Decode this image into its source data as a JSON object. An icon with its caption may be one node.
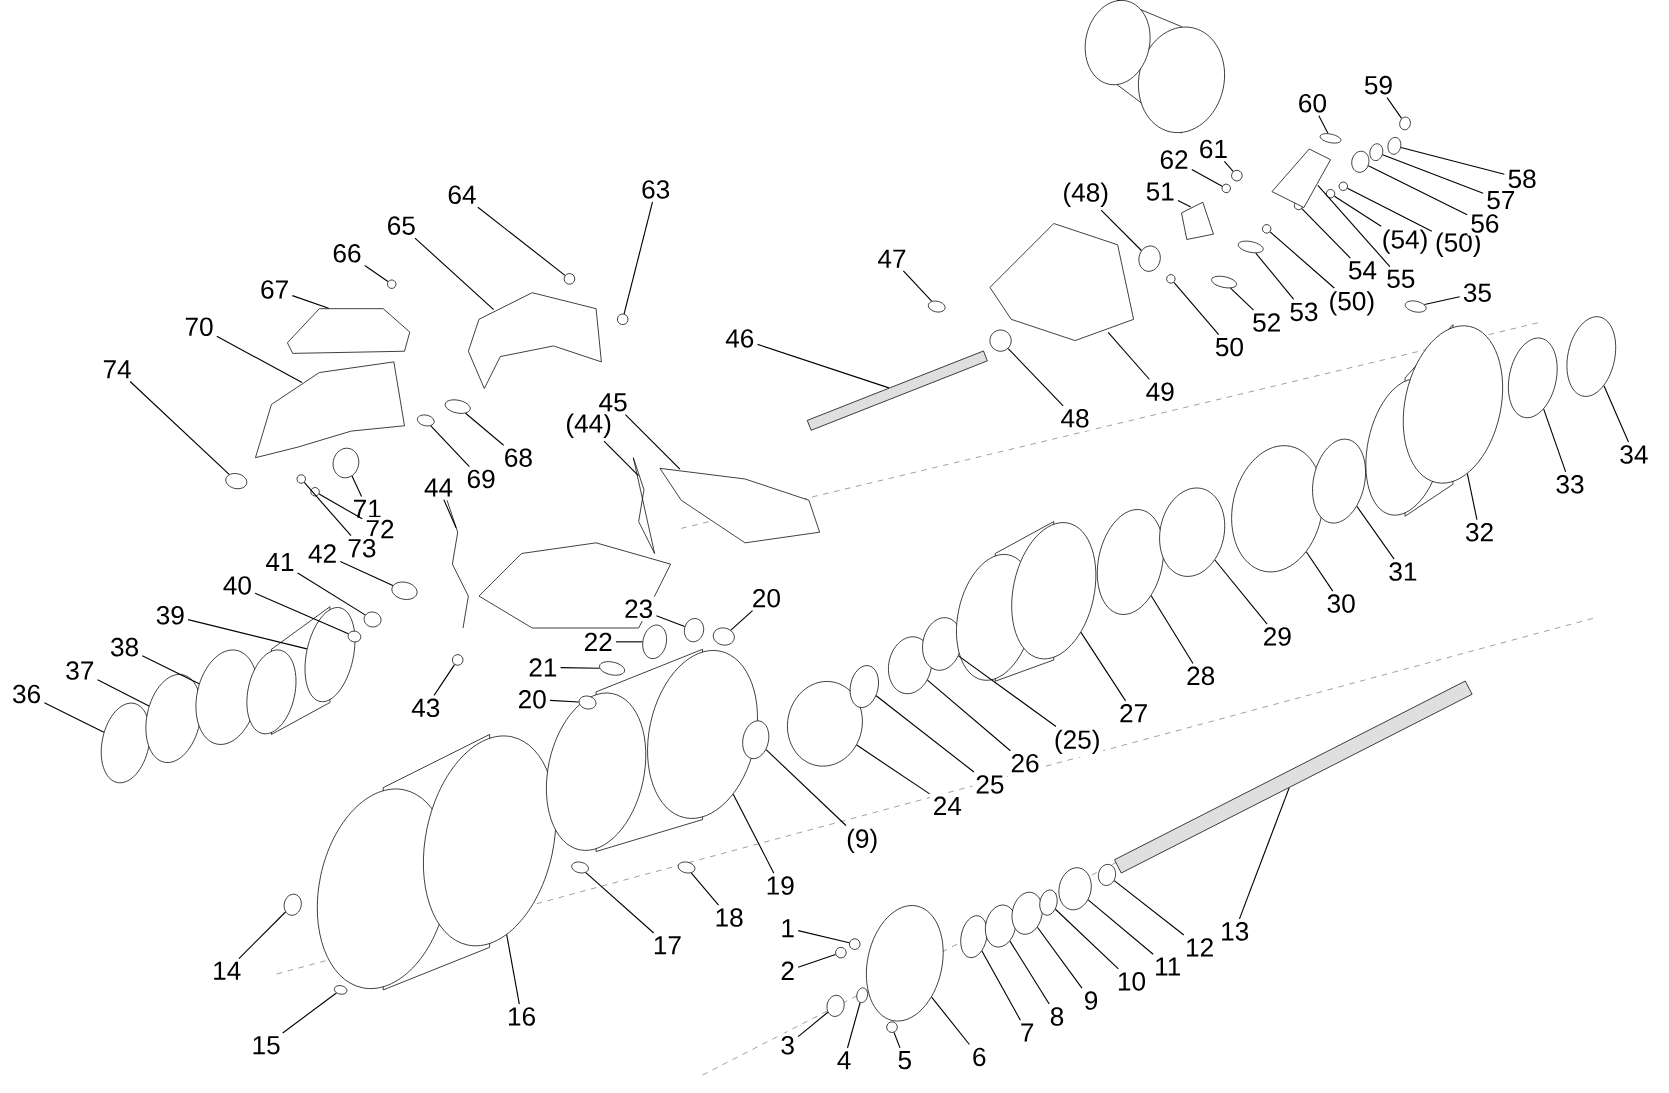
{
  "diagram": {
    "nodes": [
      {
        "text": [
          "1"
        ]
      },
      {
        "text": [
          "2"
        ]
      },
      {
        "text": [
          "3"
        ]
      },
      {
        "text": [
          "4"
        ]
      },
      {
        "text": [
          "5"
        ]
      },
      {
        "text": [
          "6"
        ]
      },
      {
        "text": [
          "7"
        ]
      },
      {
        "text": [
          "8"
        ]
      },
      {
        "text": [
          "9"
        ]
      },
      {
        "text": [
          "10"
        ]
      },
      {
        "text": [
          "11"
        ]
      },
      {
        "text": [
          "12"
        ]
      },
      {
        "text": [
          "13"
        ]
      },
      {
        "text": [
          "14"
        ]
      },
      {
        "text": [
          "15"
        ]
      },
      {
        "text": [
          "16"
        ]
      },
      {
        "text": [
          "17"
        ]
      },
      {
        "text": [
          "18"
        ]
      },
      {
        "text": [
          "19"
        ]
      },
      {
        "text": [
          "20"
        ]
      },
      {
        "text": [
          "20"
        ]
      },
      {
        "text": [
          "21"
        ]
      },
      {
        "text": [
          "22"
        ]
      },
      {
        "text": [
          "23"
        ]
      },
      {
        "text": [
          "24"
        ]
      },
      {
        "text": [
          "25"
        ]
      },
      {
        "text": [
          "26"
        ]
      },
      {
        "text": [
          "(25)"
        ]
      },
      {
        "text": [
          "27"
        ]
      },
      {
        "text": [
          "28"
        ]
      },
      {
        "text": [
          "29"
        ]
      },
      {
        "text": [
          "30"
        ]
      },
      {
        "text": [
          "31"
        ]
      },
      {
        "text": [
          "32"
        ]
      },
      {
        "text": [
          "33"
        ]
      },
      {
        "text": [
          "34"
        ]
      },
      {
        "text": [
          "35"
        ]
      },
      {
        "text": [
          "36"
        ]
      },
      {
        "text": [
          "37"
        ]
      },
      {
        "text": [
          "38"
        ]
      },
      {
        "text": [
          "39"
        ]
      },
      {
        "text": [
          "40"
        ]
      },
      {
        "text": [
          "41"
        ]
      },
      {
        "text": [
          "42"
        ]
      },
      {
        "text": [
          "43"
        ]
      },
      {
        "text": [
          "44"
        ]
      },
      {
        "text": [
          "(44)"
        ]
      },
      {
        "text": [
          "45"
        ]
      },
      {
        "text": [
          "46"
        ]
      },
      {
        "text": [
          "47"
        ]
      },
      {
        "text": [
          "48"
        ]
      },
      {
        "text": [
          "(48)"
        ]
      },
      {
        "text": [
          "49"
        ]
      },
      {
        "text": [
          "50"
        ]
      },
      {
        "text": [
          "51"
        ]
      },
      {
        "text": [
          "52"
        ]
      },
      {
        "text": [
          "53"
        ]
      },
      {
        "text": [
          "(50)"
        ]
      },
      {
        "text": [
          "54"
        ]
      },
      {
        "text": [
          "55"
        ]
      },
      {
        "text": [
          "(54)"
        ]
      },
      {
        "text": [
          "(50)"
        ]
      },
      {
        "text": [
          "56"
        ]
      },
      {
        "text": [
          "57"
        ]
      },
      {
        "text": [
          "58"
        ]
      },
      {
        "text": [
          "59"
        ]
      },
      {
        "text": [
          "60"
        ]
      },
      {
        "text": [
          "61"
        ]
      },
      {
        "text": [
          "62"
        ]
      },
      {
        "text": [
          "63"
        ]
      },
      {
        "text": [
          "64"
        ]
      },
      {
        "text": [
          "65"
        ]
      },
      {
        "text": [
          "66"
        ]
      },
      {
        "text": [
          "67"
        ]
      },
      {
        "text": [
          "70"
        ]
      },
      {
        "text": [
          "68"
        ]
      },
      {
        "text": [
          "69"
        ]
      },
      {
        "text": [
          "71"
        ]
      },
      {
        "text": [
          "72"
        ]
      },
      {
        "text": [
          "73"
        ]
      },
      {
        "text": [
          "74"
        ]
      },
      {
        "text": [
          "(9)"
        ]
      },
      {
        "text": [],
        "shape": "circle"
      },
      {
        "text": [],
        "shape": "circle"
      },
      {
        "text": [],
        "shape": "circle"
      },
      {
        "text": [],
        "shape": "circle"
      },
      {
        "text": [],
        "shape": "circle"
      },
      {
        "text": [],
        "shape": "circle"
      },
      {
        "text": [],
        "shape": "circle"
      },
      {
        "text": [],
        "shape": "circle"
      },
      {
        "text": [],
        "shape": "circle"
      },
      {
        "text": [],
        "shape": "circle"
      },
      {
        "text": [],
        "shape": "circle"
      },
      {
        "text": [],
        "shape": "circle"
      },
      {
        "text": [],
        "shape": "bar"
      },
      {
        "text": [],
        "shape": "circle"
      },
      {
        "text": [],
        "shape": "circle"
      },
      {
        "text": [],
        "shape": "cylinder"
      },
      {
        "text": [],
        "shape": "circle"
      },
      {
        "text": [],
        "shape": "circle"
      },
      {
        "text": [],
        "shape": "cylinder"
      },
      {
        "text": [],
        "shape": "circle"
      },
      {
        "text": [],
        "shape": "circle"
      },
      {
        "text": [],
        "shape": "circle"
      },
      {
        "text": [],
        "shape": "circle"
      },
      {
        "text": [],
        "shape": "circle"
      },
      {
        "text": [],
        "shape": "circle"
      },
      {
        "text": [],
        "shape": "circle"
      },
      {
        "text": [],
        "shape": "circle"
      },
      {
        "text": [],
        "shape": "circle"
      },
      {
        "text": [],
        "shape": "cylinder"
      },
      {
        "text": [],
        "shape": "circle"
      },
      {
        "text": [],
        "shape": "circle"
      },
      {
        "text": [],
        "shape": "circle"
      },
      {
        "text": [],
        "shape": "circle"
      },
      {
        "text": [],
        "shape": "cylinder"
      },
      {
        "text": [],
        "shape": "circle"
      },
      {
        "text": [],
        "shape": "circle"
      },
      {
        "text": [],
        "shape": "circle"
      },
      {
        "text": [],
        "shape": "circle"
      },
      {
        "text": [],
        "shape": "circle"
      },
      {
        "text": [],
        "shape": "circle"
      },
      {
        "text": [],
        "shape": "cylinder"
      },
      {
        "text": [],
        "shape": "circle"
      },
      {
        "text": [],
        "shape": "circle"
      },
      {
        "text": [],
        "shape": "circle"
      },
      {
        "text": [],
        "shape": "circle"
      },
      {
        "text": [],
        "shape": "picture"
      },
      {
        "text": [],
        "shape": "picture"
      },
      {
        "text": [],
        "shape": "picture"
      },
      {
        "text": [],
        "shape": "bar"
      },
      {
        "text": [],
        "shape": "circle"
      },
      {
        "text": [],
        "shape": "circle"
      },
      {
        "text": [],
        "shape": "circle"
      },
      {
        "text": [],
        "shape": "picture"
      },
      {
        "text": [],
        "shape": "circle"
      },
      {
        "text": [],
        "shape": "picture"
      },
      {
        "text": [],
        "shape": "circle"
      },
      {
        "text": [],
        "shape": "circle"
      },
      {
        "text": [],
        "shape": "circle"
      },
      {
        "text": [],
        "shape": "circle"
      },
      {
        "text": [],
        "shape": "picture"
      },
      {
        "text": [],
        "shape": "circle"
      },
      {
        "text": [],
        "shape": "circle"
      },
      {
        "text": [],
        "shape": "circle"
      },
      {
        "text": [],
        "shape": "circle"
      },
      {
        "text": [],
        "shape": "circle"
      },
      {
        "text": [],
        "shape": "circle"
      },
      {
        "text": [],
        "shape": "circle"
      },
      {
        "text": [],
        "shape": "circle"
      },
      {
        "text": [],
        "shape": "circle"
      },
      {
        "text": [],
        "shape": "circle"
      },
      {
        "text": [],
        "shape": "circle"
      },
      {
        "text": [],
        "shape": "picture"
      },
      {
        "text": [],
        "shape": "circle"
      },
      {
        "text": [],
        "shape": "picture"
      },
      {
        "text": [],
        "shape": "picture"
      },
      {
        "text": [],
        "shape": "circle"
      },
      {
        "text": [],
        "shape": "circle"
      },
      {
        "text": [],
        "shape": "circle"
      },
      {
        "text": [],
        "shape": "circle"
      },
      {
        "text": [],
        "shape": "circle"
      },
      {
        "text": [],
        "shape": "circle"
      },
      {
        "text": [],
        "shape": "circle"
      }
    ],
    "edges": [
      {
        "from": 0,
        "to": 82,
        "arrow": "none"
      },
      {
        "from": 1,
        "to": 83,
        "arrow": "none"
      },
      {
        "from": 2,
        "to": 84,
        "arrow": "none"
      },
      {
        "from": 3,
        "to": 85,
        "arrow": "none"
      },
      {
        "from": 4,
        "to": 86,
        "arrow": "none"
      },
      {
        "from": 5,
        "to": 87,
        "arrow": "none"
      },
      {
        "from": 6,
        "to": 88,
        "arrow": "none"
      },
      {
        "from": 7,
        "to": 89,
        "arrow": "none"
      },
      {
        "from": 8,
        "to": 90,
        "arrow": "none"
      },
      {
        "from": 9,
        "to": 91,
        "arrow": "none"
      },
      {
        "from": 10,
        "to": 92,
        "arrow": "none"
      },
      {
        "from": 11,
        "to": 93,
        "arrow": "none"
      },
      {
        "from": 12,
        "to": 94,
        "arrow": "none"
      },
      {
        "from": 13,
        "to": 95,
        "arrow": "none"
      },
      {
        "from": 14,
        "to": 96,
        "arrow": "none"
      },
      {
        "from": 15,
        "to": 97,
        "arrow": "none"
      },
      {
        "from": 16,
        "to": 98,
        "arrow": "none"
      },
      {
        "from": 17,
        "to": 99,
        "arrow": "none"
      },
      {
        "from": 18,
        "to": 100,
        "arrow": "none"
      },
      {
        "from": 19,
        "to": 101,
        "arrow": "none"
      },
      {
        "from": 20,
        "to": 102,
        "arrow": "none"
      },
      {
        "from": 21,
        "to": 103,
        "arrow": "none"
      },
      {
        "from": 22,
        "to": 104,
        "arrow": "none"
      },
      {
        "from": 23,
        "to": 105,
        "arrow": "none"
      },
      {
        "from": 24,
        "to": 106,
        "arrow": "none"
      },
      {
        "from": 25,
        "to": 107,
        "arrow": "none"
      },
      {
        "from": 26,
        "to": 108,
        "arrow": "none"
      },
      {
        "from": 27,
        "to": 109,
        "arrow": "none"
      },
      {
        "from": 28,
        "to": 110,
        "arrow": "none"
      },
      {
        "from": 29,
        "to": 111,
        "arrow": "none"
      },
      {
        "from": 30,
        "to": 112,
        "arrow": "none"
      },
      {
        "from": 31,
        "to": 113,
        "arrow": "none"
      },
      {
        "from": 32,
        "to": 114,
        "arrow": "none"
      },
      {
        "from": 33,
        "to": 115,
        "arrow": "none"
      },
      {
        "from": 34,
        "to": 116,
        "arrow": "none"
      },
      {
        "from": 35,
        "to": 117,
        "arrow": "none"
      },
      {
        "from": 36,
        "to": 118,
        "arrow": "none"
      },
      {
        "from": 37,
        "to": 119,
        "arrow": "none"
      },
      {
        "from": 38,
        "to": 120,
        "arrow": "none"
      },
      {
        "from": 39,
        "to": 121,
        "arrow": "none"
      },
      {
        "from": 40,
        "to": 122,
        "arrow": "none"
      },
      {
        "from": 41,
        "to": 123,
        "arrow": "none"
      },
      {
        "from": 42,
        "to": 124,
        "arrow": "none"
      },
      {
        "from": 43,
        "to": 125,
        "arrow": "none"
      },
      {
        "from": 44,
        "to": 126,
        "arrow": "none"
      },
      {
        "from": 45,
        "to": 127,
        "arrow": "none"
      },
      {
        "from": 46,
        "to": 128,
        "arrow": "none"
      },
      {
        "from": 47,
        "to": 129,
        "arrow": "none"
      },
      {
        "from": 48,
        "to": 130,
        "arrow": "none"
      },
      {
        "from": 49,
        "to": 131,
        "arrow": "none"
      },
      {
        "from": 50,
        "to": 132,
        "arrow": "none"
      },
      {
        "from": 51,
        "to": 133,
        "arrow": "none"
      },
      {
        "from": 52,
        "to": 134,
        "arrow": "none"
      },
      {
        "from": 53,
        "to": 135,
        "arrow": "none"
      },
      {
        "from": 54,
        "to": 136,
        "arrow": "none"
      },
      {
        "from": 55,
        "to": 137,
        "arrow": "none"
      },
      {
        "from": 56,
        "to": 138,
        "arrow": "none"
      },
      {
        "from": 57,
        "to": 139,
        "arrow": "none"
      },
      {
        "from": 58,
        "to": 140,
        "arrow": "none"
      },
      {
        "from": 59,
        "to": 141,
        "arrow": "none"
      },
      {
        "from": 60,
        "to": 142,
        "arrow": "none"
      },
      {
        "from": 61,
        "to": 143,
        "arrow": "none"
      },
      {
        "from": 62,
        "to": 144,
        "arrow": "none"
      },
      {
        "from": 63,
        "to": 145,
        "arrow": "none"
      },
      {
        "from": 64,
        "to": 146,
        "arrow": "none"
      },
      {
        "from": 65,
        "to": 147,
        "arrow": "none"
      },
      {
        "from": 66,
        "to": 148,
        "arrow": "none"
      },
      {
        "from": 67,
        "to": 149,
        "arrow": "none"
      },
      {
        "from": 68,
        "to": 150,
        "arrow": "none"
      },
      {
        "from": 69,
        "to": 151,
        "arrow": "none"
      },
      {
        "from": 70,
        "to": 152,
        "arrow": "none"
      },
      {
        "from": 71,
        "to": 153,
        "arrow": "none"
      },
      {
        "from": 72,
        "to": 154,
        "arrow": "none"
      },
      {
        "from": 73,
        "to": 155,
        "arrow": "none"
      },
      {
        "from": 74,
        "to": 156,
        "arrow": "none"
      },
      {
        "from": 75,
        "to": 157,
        "arrow": "none"
      },
      {
        "from": 76,
        "to": 158,
        "arrow": "none"
      },
      {
        "from": 77,
        "to": 159,
        "arrow": "none"
      },
      {
        "from": 78,
        "to": 160,
        "arrow": "none"
      },
      {
        "from": 79,
        "to": 161,
        "arrow": "none"
      },
      {
        "from": 80,
        "to": 162,
        "arrow": "none"
      },
      {
        "from": 81,
        "to": 163,
        "arrow": "none"
      }
    ]
  }
}
